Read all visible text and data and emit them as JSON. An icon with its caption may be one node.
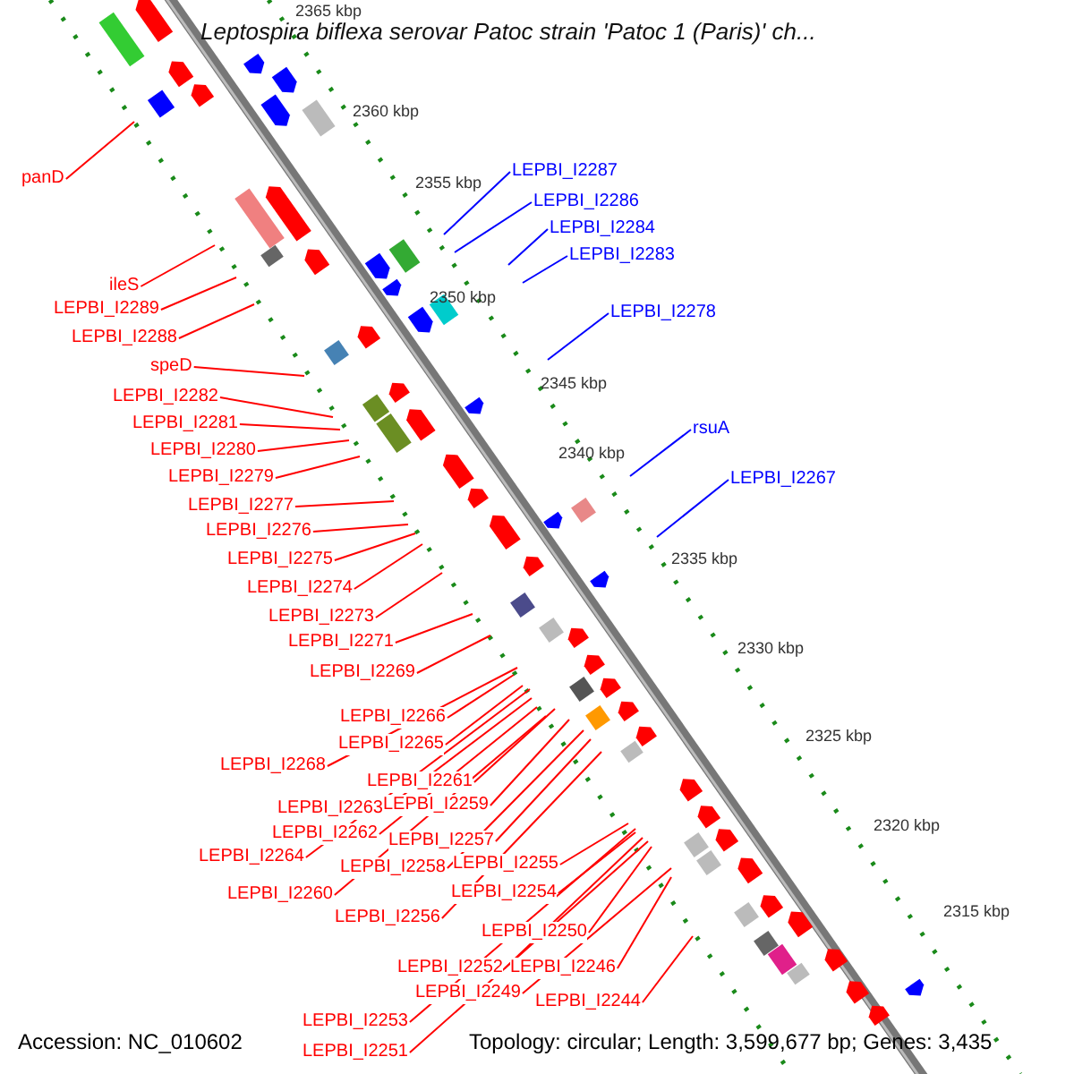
{
  "diagram": {
    "title": "Leptospira biflexa serovar Patoc strain 'Patoc 1 (Paris)' ch...",
    "nodes": [
      {
        "text": [
          "LEPBI_I2287"
        ]
      },
      {
        "text": [
          "panD"
        ]
      },
      {
        "text": [
          "LEPBI_I2286"
        ]
      },
      {
        "text": [
          "LEPBI_I2284"
        ]
      },
      {
        "text": [
          "LEPBI_I2283"
        ]
      },
      {
        "text": [
          "ileS"
        ]
      },
      {
        "text": [
          "LEPBI_I2289"
        ]
      },
      {
        "text": [
          "LEPBI_I2278"
        ]
      },
      {
        "text": [
          "LEPBI_I2288"
        ]
      },
      {
        "text": [
          "speD"
        ]
      },
      {
        "text": [
          "LEPBI_I2282"
        ]
      },
      {
        "text": [
          "LEPBI_I2281"
        ]
      },
      {
        "text": [
          "rsuA"
        ]
      },
      {
        "text": [
          "LEPBI_I2280"
        ]
      },
      {
        "text": [
          "LEPBI_I2279"
        ]
      },
      {
        "text": [
          "LEPBI_I2267"
        ]
      },
      {
        "text": [
          "LEPBI_I2277"
        ]
      },
      {
        "text": [
          "LEPBI_I2276"
        ]
      },
      {
        "text": [
          "LEPBI_I2275"
        ]
      },
      {
        "text": [
          "LEPBI_I2274"
        ]
      },
      {
        "text": [
          "LEPBI_I2273"
        ]
      },
      {
        "text": [
          "LEPBI_I2271"
        ]
      },
      {
        "text": [
          "LEPBI_I2269"
        ]
      },
      {
        "text": [
          "LEPBI_I2266"
        ]
      },
      {
        "text": [
          "LEPBI_I2265"
        ]
      },
      {
        "text": [
          "LEPBI_I2268"
        ]
      },
      {
        "text": [
          "LEPBI_I2261"
        ]
      },
      {
        "text": [
          "LEPBI_I2259"
        ]
      },
      {
        "text": [
          "LEPBI_I2263"
        ]
      },
      {
        "text": [
          "LEPBI_I2262"
        ]
      },
      {
        "text": [
          "LEPBI_I2257"
        ]
      },
      {
        "text": [
          "LEPBI_I2264"
        ]
      },
      {
        "text": [
          "LEPBI_I2255"
        ]
      },
      {
        "text": [
          "LEPBI_I2258"
        ]
      },
      {
        "text": [
          "LEPBI_I2254"
        ]
      },
      {
        "text": [
          "LEPBI_I2260"
        ]
      },
      {
        "text": [
          "LEPBI_I2256"
        ]
      },
      {
        "text": [
          "LEPBI_I2250"
        ]
      },
      {
        "text": [
          "LEPBI_I2246"
        ]
      },
      {
        "text": [
          "LEPBI_I2252"
        ]
      },
      {
        "text": [
          "LEPBI_I2249"
        ]
      },
      {
        "text": [
          "LEPBI_I2244"
        ]
      },
      {
        "text": [
          "LEPBI_I2253"
        ]
      },
      {
        "text": [
          "LEPBI_I2251"
        ]
      }
    ],
    "edges": [
      {
        "from": 0,
        "to": null,
        "arrow": "none",
        "color": "#0000ff"
      },
      {
        "from": 1,
        "to": null,
        "arrow": "none"
      },
      {
        "from": 2,
        "to": null,
        "arrow": "none",
        "color": "#0000ff"
      },
      {
        "from": 3,
        "to": null,
        "arrow": "none",
        "color": "#0000ff"
      },
      {
        "from": 4,
        "to": null,
        "arrow": "none",
        "color": "#0000ff"
      },
      {
        "from": 5,
        "to": null,
        "arrow": "none"
      },
      {
        "from": 6,
        "to": null,
        "arrow": "none"
      },
      {
        "from": 7,
        "to": null,
        "arrow": "none",
        "color": "#0000ff"
      },
      {
        "from": 8,
        "to": null,
        "arrow": "none"
      },
      {
        "from": 9,
        "to": null,
        "arrow": "none"
      },
      {
        "from": 10,
        "to": null,
        "arrow": "none"
      },
      {
        "from": 11,
        "to": null,
        "arrow": "none"
      },
      {
        "from": 12,
        "to": null,
        "arrow": "none",
        "color": "#0000ff"
      },
      {
        "from": 13,
        "to": null,
        "arrow": "none"
      },
      {
        "from": 14,
        "to": null,
        "arrow": "none"
      },
      {
        "from": 15,
        "to": null,
        "arrow": "none",
        "color": "#0000ff"
      },
      {
        "from": 16,
        "to": null,
        "arrow": "none"
      },
      {
        "from": 17,
        "to": null,
        "arrow": "none"
      },
      {
        "from": 18,
        "to": null,
        "arrow": "none"
      },
      {
        "from": 19,
        "to": null,
        "arrow": "none"
      },
      {
        "from": 20,
        "to": null,
        "arrow": "none"
      },
      {
        "from": 21,
        "to": null,
        "arrow": "none"
      },
      {
        "from": 22,
        "to": null,
        "arrow": "none"
      },
      {
        "from": 23,
        "to": null,
        "arrow": "none"
      },
      {
        "from": 24,
        "to": null,
        "arrow": "none"
      },
      {
        "from": 25,
        "to": null,
        "arrow": "none"
      },
      {
        "from": 26,
        "to": null,
        "arrow": "none"
      },
      {
        "from": 27,
        "to": null,
        "arrow": "none"
      },
      {
        "from": 28,
        "to": null,
        "arrow": "none"
      },
      {
        "from": 29,
        "to": null,
        "arrow": "none"
      },
      {
        "from": 30,
        "to": null,
        "arrow": "none"
      },
      {
        "from": 31,
        "to": null,
        "arrow": "none"
      },
      {
        "from": 32,
        "to": null,
        "arrow": "none"
      },
      {
        "from": 33,
        "to": null,
        "arrow": "none"
      },
      {
        "from": 34,
        "to": null,
        "arrow": "none"
      },
      {
        "from": 35,
        "to": null,
        "arrow": "none"
      },
      {
        "from": 36,
        "to": null,
        "arrow": "none"
      },
      {
        "from": 37,
        "to": null,
        "arrow": "none"
      },
      {
        "from": 38,
        "to": null,
        "arrow": "none"
      },
      {
        "from": 39,
        "to": null,
        "arrow": "none"
      },
      {
        "from": 40,
        "to": null,
        "arrow": "none"
      },
      {
        "from": 41,
        "to": null,
        "arrow": "none"
      },
      {
        "from": 42,
        "to": null,
        "arrow": "none"
      },
      {
        "from": 43,
        "to": null,
        "arrow": "none"
      }
    ],
    "labels": [
      "2365 kbp",
      "2360 kbp",
      "2355 kbp",
      "2350 kbp",
      "2345 kbp",
      "2340 kbp",
      "2335 kbp",
      "2330 kbp",
      "2325 kbp",
      "2320 kbp",
      "2315 kbp",
      "Accession: NC_010602",
      "Topology: circular; Length: 3,599,677 bp; Genes: 3,435"
    ]
  }
}
